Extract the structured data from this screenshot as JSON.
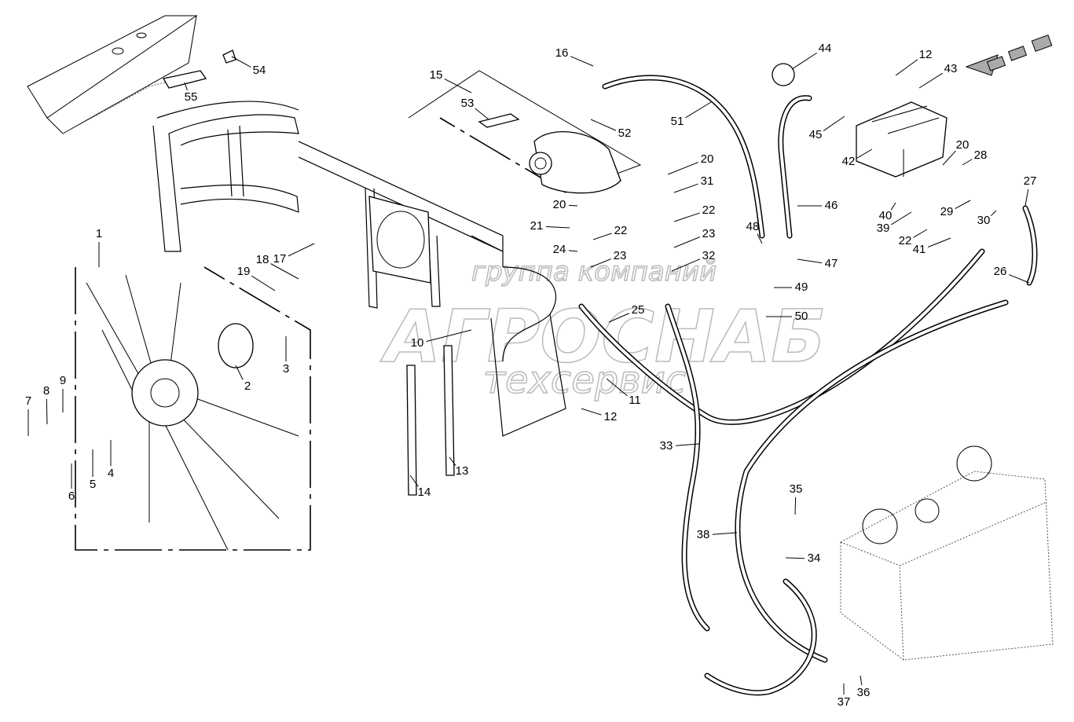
{
  "watermark": {
    "line1": "группа компаний",
    "line2": "АГРОСНАБ",
    "line3": "техсервис"
  },
  "callouts": [
    "54",
    "55",
    "16",
    "15",
    "53",
    "52",
    "51",
    "44",
    "12",
    "43",
    "45",
    "42",
    "20",
    "28",
    "20",
    "31",
    "27",
    "20",
    "21",
    "22",
    "22",
    "23",
    "24",
    "23",
    "32",
    "46",
    "40",
    "29",
    "30",
    "39",
    "22",
    "41",
    "48",
    "47",
    "49",
    "26",
    "50",
    "25",
    "1",
    "17",
    "18",
    "19",
    "10",
    "11",
    "12",
    "3",
    "2",
    "9",
    "8",
    "7",
    "6",
    "5",
    "4",
    "14",
    "13",
    "33",
    "35",
    "34",
    "38",
    "37",
    "36"
  ]
}
